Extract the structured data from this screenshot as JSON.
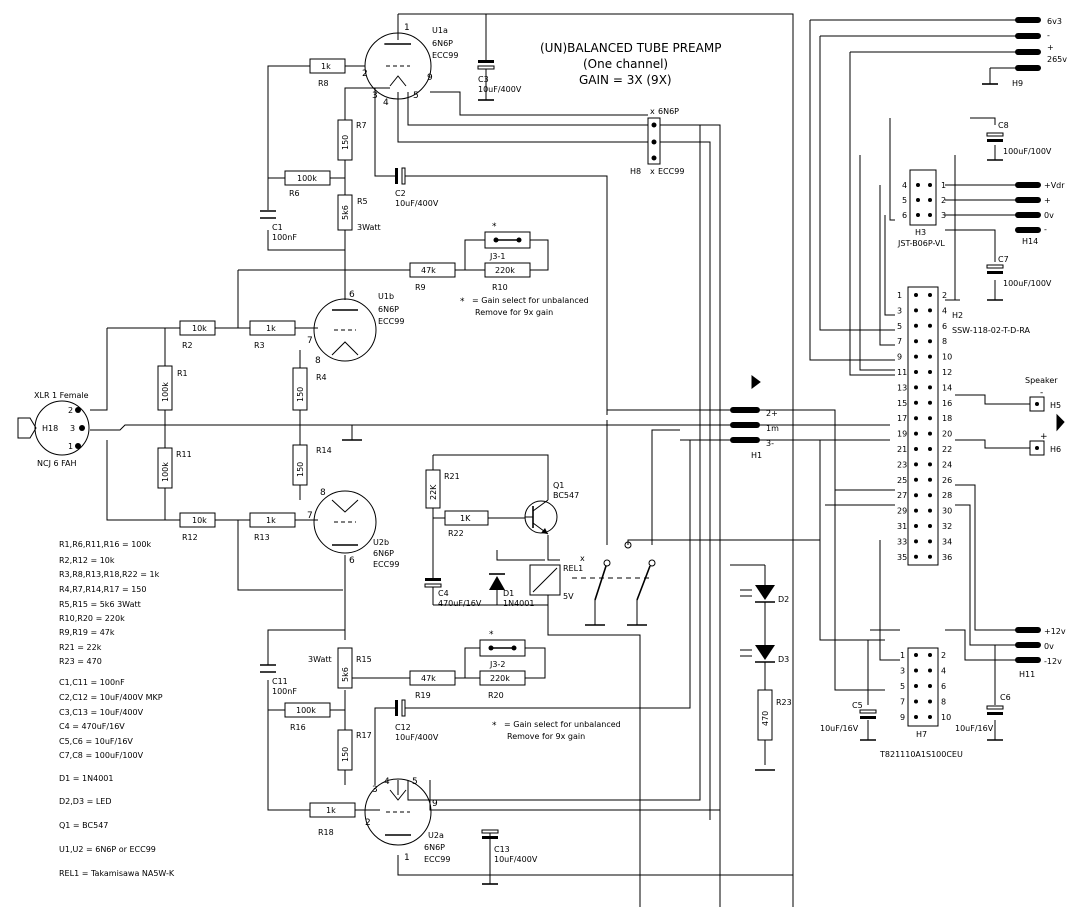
{
  "title": {
    "line1": "(UN)BALANCED TUBE PREAMP",
    "line2": "(One channel)",
    "line3": "GAIN = 3X (9X)"
  },
  "tubes": [
    {
      "ref": "U1a",
      "t1": "6N6P",
      "t2": "ECC99",
      "pins": [
        "1",
        "2",
        "3",
        "4",
        "5",
        "9"
      ]
    },
    {
      "ref": "U1b",
      "t1": "6N6P",
      "t2": "ECC99",
      "pins": [
        "6",
        "7",
        "8"
      ]
    },
    {
      "ref": "U2b",
      "t1": "6N6P",
      "t2": "ECC99",
      "pins": [
        "8",
        "7",
        "6"
      ]
    },
    {
      "ref": "U2a",
      "t1": "6N6P",
      "t2": "ECC99",
      "pins": [
        "4",
        "5",
        "3",
        "9",
        "2",
        "1"
      ]
    }
  ],
  "resistors": [
    {
      "ref": "R8",
      "val": "1k"
    },
    {
      "ref": "R7",
      "val": "150"
    },
    {
      "ref": "R6",
      "val": "100k"
    },
    {
      "ref": "R5",
      "val": "5k6",
      "note": "3Watt"
    },
    {
      "ref": "R9",
      "val": "47k"
    },
    {
      "ref": "R10",
      "val": "220k"
    },
    {
      "ref": "R2",
      "val": "10k"
    },
    {
      "ref": "R3",
      "val": "1k"
    },
    {
      "ref": "R1",
      "val": "100k"
    },
    {
      "ref": "R4",
      "val": "150"
    },
    {
      "ref": "R14",
      "val": "150"
    },
    {
      "ref": "R11",
      "val": "100k"
    },
    {
      "ref": "R12",
      "val": "10k"
    },
    {
      "ref": "R13",
      "val": "1k"
    },
    {
      "ref": "R21",
      "val": "22K"
    },
    {
      "ref": "R22",
      "val": "1K"
    },
    {
      "ref": "R15",
      "val": "5k6",
      "note": "3Watt"
    },
    {
      "ref": "R19",
      "val": "47k"
    },
    {
      "ref": "R20",
      "val": "220k"
    },
    {
      "ref": "R16",
      "val": "100k"
    },
    {
      "ref": "R17",
      "val": "150"
    },
    {
      "ref": "R18",
      "val": "1k"
    },
    {
      "ref": "R23",
      "val": "470"
    }
  ],
  "capacitors": [
    {
      "ref": "C3",
      "val": "10uF/400V"
    },
    {
      "ref": "C2",
      "val": "10uF/400V"
    },
    {
      "ref": "C1",
      "val": "100nF"
    },
    {
      "ref": "C4",
      "val": "470uF/16V"
    },
    {
      "ref": "C11",
      "val": "100nF"
    },
    {
      "ref": "C12",
      "val": "10uF/400V"
    },
    {
      "ref": "C13",
      "val": "10uF/400V"
    },
    {
      "ref": "C8",
      "val": "100uF/100V"
    },
    {
      "ref": "C7",
      "val": "100uF/100V"
    },
    {
      "ref": "C5",
      "val": "10uF/16V"
    },
    {
      "ref": "C6",
      "val": "10uF/16V"
    }
  ],
  "jumpers": [
    {
      "ref": "J3-1",
      "mark": "*"
    },
    {
      "ref": "J3-2",
      "mark": "*"
    }
  ],
  "gain_note": {
    "star": "*",
    "line1": "= Gain select for unbalanced",
    "line2": "Remove for 9x gain"
  },
  "semis": {
    "q1": {
      "ref": "Q1",
      "val": "BC547"
    },
    "d1": {
      "ref": "D1",
      "val": "1N4001"
    },
    "rel1": {
      "ref": "REL1",
      "val": "5V"
    },
    "d2": "D2",
    "d3": "D3"
  },
  "xlr": {
    "title": "XLR 1 Female",
    "ref": "H18",
    "part": "NCJ 6 FAH",
    "pins": [
      "2",
      "3",
      "1"
    ]
  },
  "h1": {
    "ref": "H1",
    "pins": [
      "2+",
      "1m",
      "3-"
    ]
  },
  "h8": {
    "ref": "H8",
    "top": "6N6P",
    "bot": "ECC99",
    "x1": "x",
    "x2": "x"
  },
  "top_conn": {
    "ref": "H9",
    "labels": [
      "6v3",
      "-",
      "+",
      "265v"
    ]
  },
  "h3": {
    "ref": "H3",
    "part": "JST-B06P-VL",
    "left_pins": [
      "4",
      "5",
      "6"
    ],
    "right_pins": [
      "1",
      "2",
      "3"
    ],
    "outs": [
      "+Vdr",
      "+",
      "0v",
      "-"
    ],
    "outref": "H14"
  },
  "h2": {
    "ref": "H2",
    "part": "SSW-118-02-T-D-RA",
    "left_pins": [
      "1",
      "3",
      "5",
      "7",
      "9",
      "11",
      "13",
      "15",
      "17",
      "19",
      "21",
      "23",
      "25",
      "27",
      "29",
      "31",
      "33",
      "35"
    ],
    "right_pins": [
      "2",
      "4",
      "6",
      "8",
      "10",
      "12",
      "14",
      "16",
      "18",
      "20",
      "22",
      "24",
      "26",
      "28",
      "30",
      "32",
      "34",
      "36"
    ]
  },
  "speaker": {
    "title": "Speaker",
    "h5": "H5",
    "h6": "H6",
    "minus": "-",
    "plus": "+"
  },
  "h7": {
    "ref": "H7",
    "part": "T821110A1S100CEU",
    "left_pins": [
      "1",
      "3",
      "5",
      "7",
      "9"
    ],
    "right_pins": [
      "2",
      "4",
      "6",
      "8",
      "10"
    ]
  },
  "h11": {
    "ref": "H11",
    "labels": [
      "+12v",
      "0v",
      "-12v"
    ]
  },
  "legend": [
    "R1,R6,R11,R16 = 100k",
    "R2,R12 = 10k",
    "R3,R8,R13,R18,R22 = 1k",
    "R4,R7,R14,R17 = 150",
    "R5,R15 = 5k6 3Watt",
    "R10,R20 = 220k",
    "R9,R19 = 47k",
    "R21 = 22k",
    "R23 = 470",
    "C1,C11 = 100nF",
    "C2,C12 = 10uF/400V MKP",
    "C3,C13 = 10uF/400V",
    "C4 = 470uF/16V",
    "C5,C6 = 10uF/16V",
    "C7,C8 = 100uF/100V",
    "D1 = 1N4001",
    "D2,D3 = LED",
    "Q1 = BC547",
    "U1,U2 = 6N6P or ECC99",
    "REL1 = Takamisawa NA5W-K"
  ]
}
